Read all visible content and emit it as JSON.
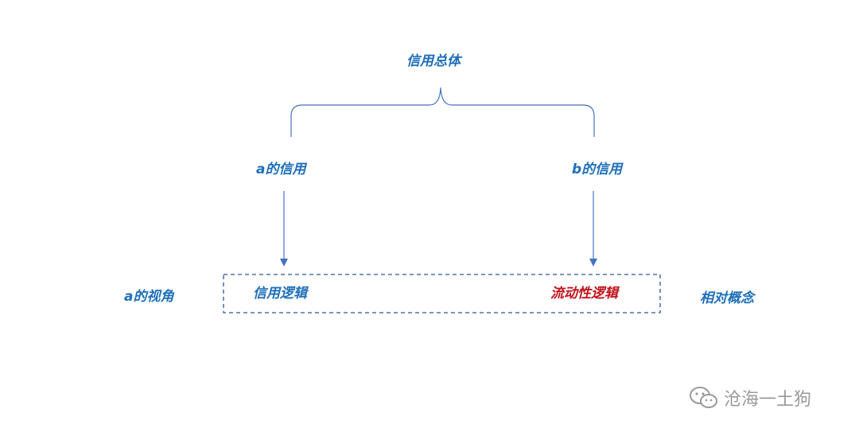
{
  "colors": {
    "blue": "#1e6fb8",
    "red": "#c0141c",
    "line": "#4472c4"
  },
  "nodes": {
    "credit_total": "信用总体",
    "credit_a": "a的信用",
    "credit_b": "b的信用",
    "view_a": "a的视角",
    "credit_logic": "信用逻辑",
    "liquidity_logic": "流动性逻辑",
    "relative_concept": "相对概念"
  },
  "watermark": {
    "text": "沧海一土狗",
    "icon": "wechat-icon"
  }
}
